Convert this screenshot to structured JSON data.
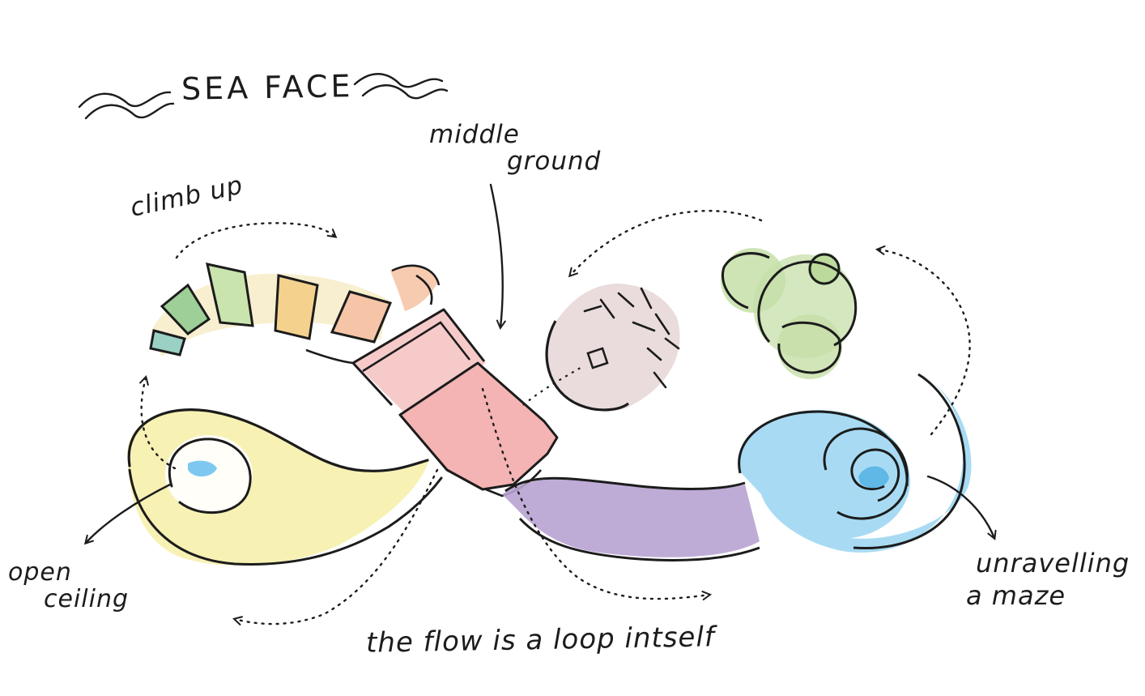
{
  "diagram": {
    "title": "SEA FACE",
    "labels": {
      "middle_ground_line1": "middle",
      "middle_ground_line2": "ground",
      "climb_up": "climb up",
      "open_ceiling_line1": "open",
      "open_ceiling_line2": "ceiling",
      "unravelling_line1": "unravelling",
      "unravelling_line2": "a maze",
      "flow_caption": "the flow is a loop intself"
    },
    "colors": {
      "ink": "#1c1c1c",
      "yellow_zone": "#f7f0b0",
      "pink_zone": "#f4b4b4",
      "purple_zone": "#b7a3d1",
      "blue_zone": "#9ed7f2",
      "green_zone": "#c6dfa8",
      "mauve_zone": "#d8c0c0",
      "peach_zone": "#f6c5a7"
    }
  }
}
